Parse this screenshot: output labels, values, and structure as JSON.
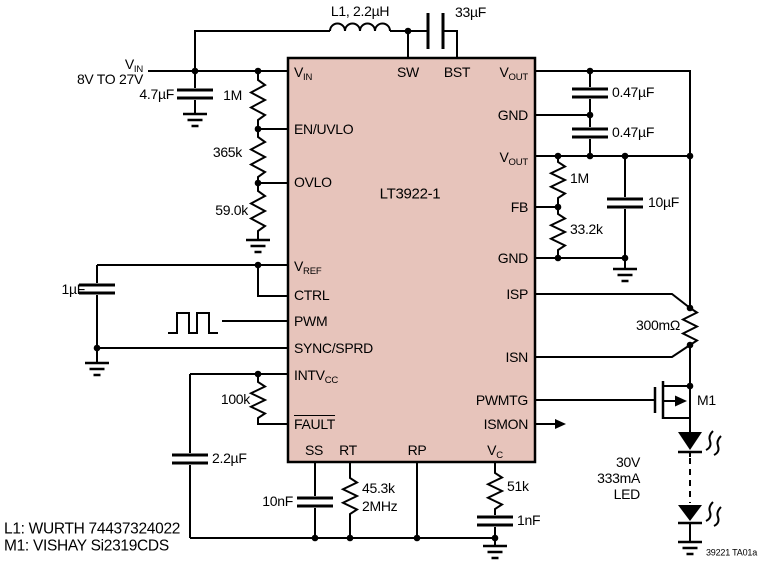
{
  "ic": {
    "name": "LT3922-1",
    "fill_color": "#e7c4bb",
    "pins": {
      "left": [
        {
          "main": "V",
          "sub": "IN"
        },
        {
          "main": "EN/UVLO",
          "sub": ""
        },
        {
          "main": "OVLO",
          "sub": ""
        },
        {
          "main": "V",
          "sub": "REF"
        },
        {
          "main": "CTRL",
          "sub": ""
        },
        {
          "main": "PWM",
          "sub": ""
        },
        {
          "main": "SYNC/SPRD",
          "sub": ""
        },
        {
          "main": "INTV",
          "sub": "CC"
        },
        {
          "main": "FAULT",
          "sub": ""
        }
      ],
      "top": [
        {
          "main": "SW"
        },
        {
          "main": "BST"
        }
      ],
      "right": [
        {
          "main": "V",
          "sub": "OUT"
        },
        {
          "main": "GND",
          "sub": ""
        },
        {
          "main": "V",
          "sub": "OUT"
        },
        {
          "main": "FB",
          "sub": ""
        },
        {
          "main": "GND",
          "sub": ""
        },
        {
          "main": "ISP",
          "sub": ""
        },
        {
          "main": "ISN",
          "sub": ""
        },
        {
          "main": "PWMTG",
          "sub": ""
        },
        {
          "main": "ISMON",
          "sub": ""
        }
      ],
      "bottom": [
        {
          "main": "SS",
          "sub": ""
        },
        {
          "main": "RT",
          "sub": ""
        },
        {
          "main": "RP",
          "sub": ""
        },
        {
          "main": "V",
          "sub": "C"
        }
      ]
    }
  },
  "input": {
    "main": "V",
    "sub": "IN",
    "range": "8V TO 27V"
  },
  "components": {
    "l1": "L1, 2.2µH",
    "c_bst": "33µF",
    "c_in": "4.7µF",
    "r_uvlo_top": "1M",
    "r_uvlo_mid": "365k",
    "r_ovlo": "59.0k",
    "c_vref": "1µF",
    "r_fault": "100k",
    "c_intvcc": "2.2µF",
    "c_ss": "10nF",
    "r_rt": "45.3k",
    "r_rt_freq": "2MHz",
    "r_vc": "51k",
    "c_vc": "1nF",
    "c_out1": "0.47µF",
    "c_out2": "0.47µF",
    "r_fb_top": "1M",
    "r_fb_bot": "33.2k",
    "c_out3": "10µF",
    "r_sense": "300mΩ",
    "m1": "M1",
    "led_rating": [
      "30V",
      "333mA",
      "LED"
    ]
  },
  "notes": [
    "L1: WURTH 74437324022",
    "M1: VISHAY Si2319CDS"
  ],
  "figure_id": "39221 TA01a"
}
